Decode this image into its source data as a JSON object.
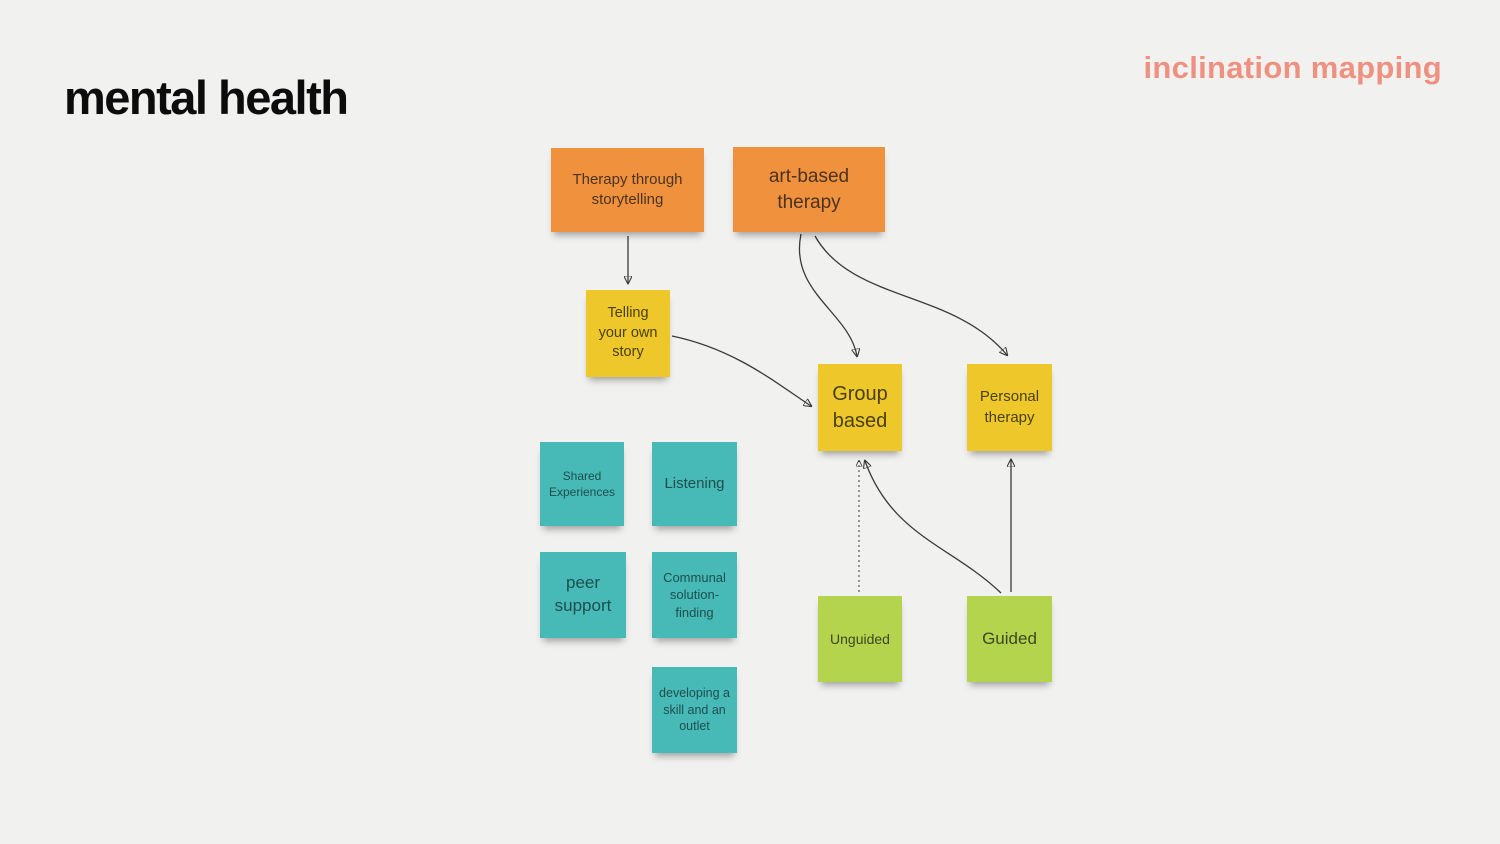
{
  "page": {
    "title": "mental health",
    "watermark": "inclination mapping"
  },
  "colors": {
    "background": "#f1f1f0",
    "title_text": "#0c0c0c",
    "watermark_text": "#ef9180",
    "note_orange": "#f0913e",
    "note_yellow": "#eec82a",
    "note_teal": "#47b9b6",
    "note_green": "#b3d44c",
    "arrow": "#3a3a3a"
  },
  "notes": [
    {
      "id": "therapy-storytelling",
      "label": "Therapy through storytelling",
      "color": "orange"
    },
    {
      "id": "art-based-therapy",
      "label": "art-based therapy",
      "color": "orange"
    },
    {
      "id": "telling-own-story",
      "label": "Telling your own story",
      "color": "yellow"
    },
    {
      "id": "group-based",
      "label": "Group based",
      "color": "yellow"
    },
    {
      "id": "personal-therapy",
      "label": "Personal therapy",
      "color": "yellow"
    },
    {
      "id": "shared-experiences",
      "label": "Shared Experiences",
      "color": "teal"
    },
    {
      "id": "listening",
      "label": "Listening",
      "color": "teal"
    },
    {
      "id": "peer-support",
      "label": "peer support",
      "color": "teal"
    },
    {
      "id": "communal-solution-finding",
      "label": "Communal solution-finding",
      "color": "teal"
    },
    {
      "id": "developing-skill-outlet",
      "label": "developing a skill and an outlet",
      "color": "teal"
    },
    {
      "id": "unguided",
      "label": "Unguided",
      "color": "green"
    },
    {
      "id": "guided",
      "label": "Guided",
      "color": "green"
    }
  ],
  "connections": [
    {
      "from": "therapy-storytelling",
      "to": "telling-own-story",
      "line": "solid"
    },
    {
      "from": "telling-own-story",
      "to": "group-based",
      "line": "solid"
    },
    {
      "from": "art-based-therapy",
      "to": "group-based",
      "line": "solid"
    },
    {
      "from": "art-based-therapy",
      "to": "personal-therapy",
      "line": "solid"
    },
    {
      "from": "unguided",
      "to": "group-based",
      "line": "dotted"
    },
    {
      "from": "guided",
      "to": "group-based",
      "line": "solid"
    },
    {
      "from": "guided",
      "to": "personal-therapy",
      "line": "solid"
    }
  ]
}
